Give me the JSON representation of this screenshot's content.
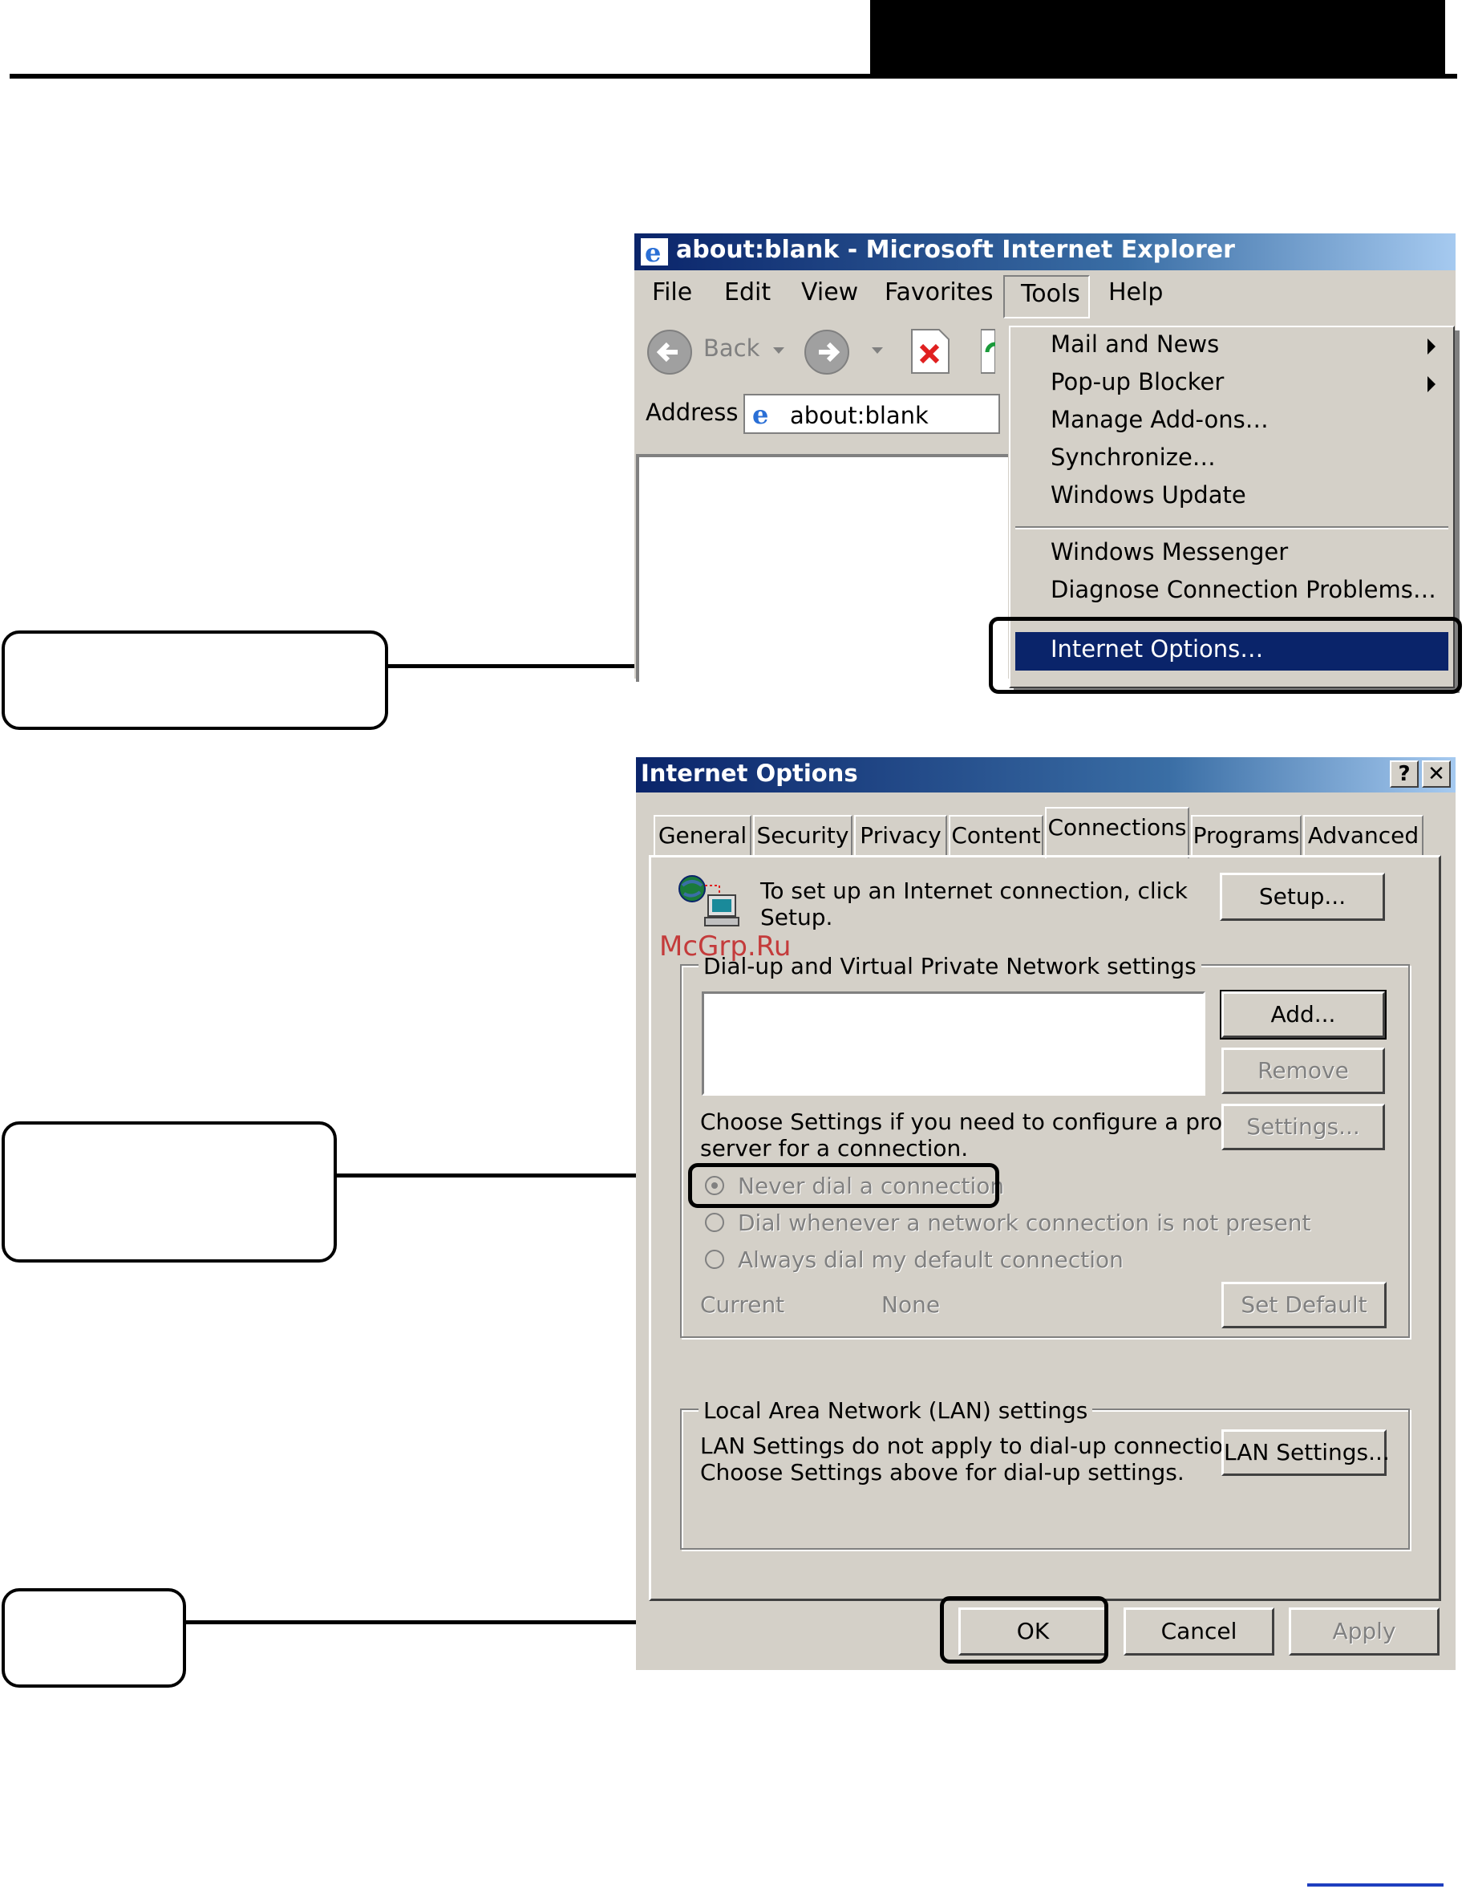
{
  "ie": {
    "title": "about:blank - Microsoft Internet Explorer",
    "menu": [
      "File",
      "Edit",
      "View",
      "Favorites",
      "Tools",
      "Help"
    ],
    "back_label": "Back",
    "address_label": "Address",
    "address_value": "about:blank",
    "tools_menu": {
      "items": [
        "Mail and News",
        "Pop-up Blocker",
        "Manage Add-ons…",
        "Synchronize…",
        "Windows Update"
      ],
      "items2": [
        "Windows Messenger",
        "Diagnose Connection Problems…"
      ],
      "selected": "Internet Options…"
    }
  },
  "dialog": {
    "title": "Internet Options",
    "help_btn": "?",
    "close_btn": "✕",
    "tabs": [
      "General",
      "Security",
      "Privacy",
      "Content",
      "Connections",
      "Programs",
      "Advanced"
    ],
    "active_tab": "Connections",
    "setup_text_1": "To set up an Internet connection, click",
    "setup_text_2": "Setup.",
    "setup_btn": "Setup...",
    "dialup_group": "Dial-up and Virtual Private Network settings",
    "add_btn": "Add...",
    "remove_btn": "Remove",
    "settings_btn": "Settings...",
    "choose_text_1": "Choose Settings if you need to configure a proxy",
    "choose_text_2": "server for a connection.",
    "radio_never": "Never dial a connection",
    "radio_whenever": "Dial whenever a network connection is not present",
    "radio_always": "Always dial my default connection",
    "current_label": "Current",
    "current_value": "None",
    "set_default_btn": "Set Default",
    "lan_group": "Local Area Network (LAN) settings",
    "lan_text_1": "LAN Settings do not apply to dial-up connections.",
    "lan_text_2": "Choose Settings above for dial-up settings.",
    "lan_btn": "LAN Settings...",
    "ok_btn": "OK",
    "cancel_btn": "Cancel",
    "apply_btn": "Apply"
  },
  "watermark": "McGrp.Ru",
  "colors": {
    "titlebar": "#0a246a",
    "dialog_bg": "#d4d0c8",
    "selection": "#0a246a",
    "watermark": "#c43b3b"
  },
  "icons": [
    "ie-logo-icon",
    "back-arrow-icon",
    "forward-arrow-icon",
    "stop-icon",
    "refresh-icon",
    "network-setup-icon",
    "submenu-arrow-icon"
  ]
}
